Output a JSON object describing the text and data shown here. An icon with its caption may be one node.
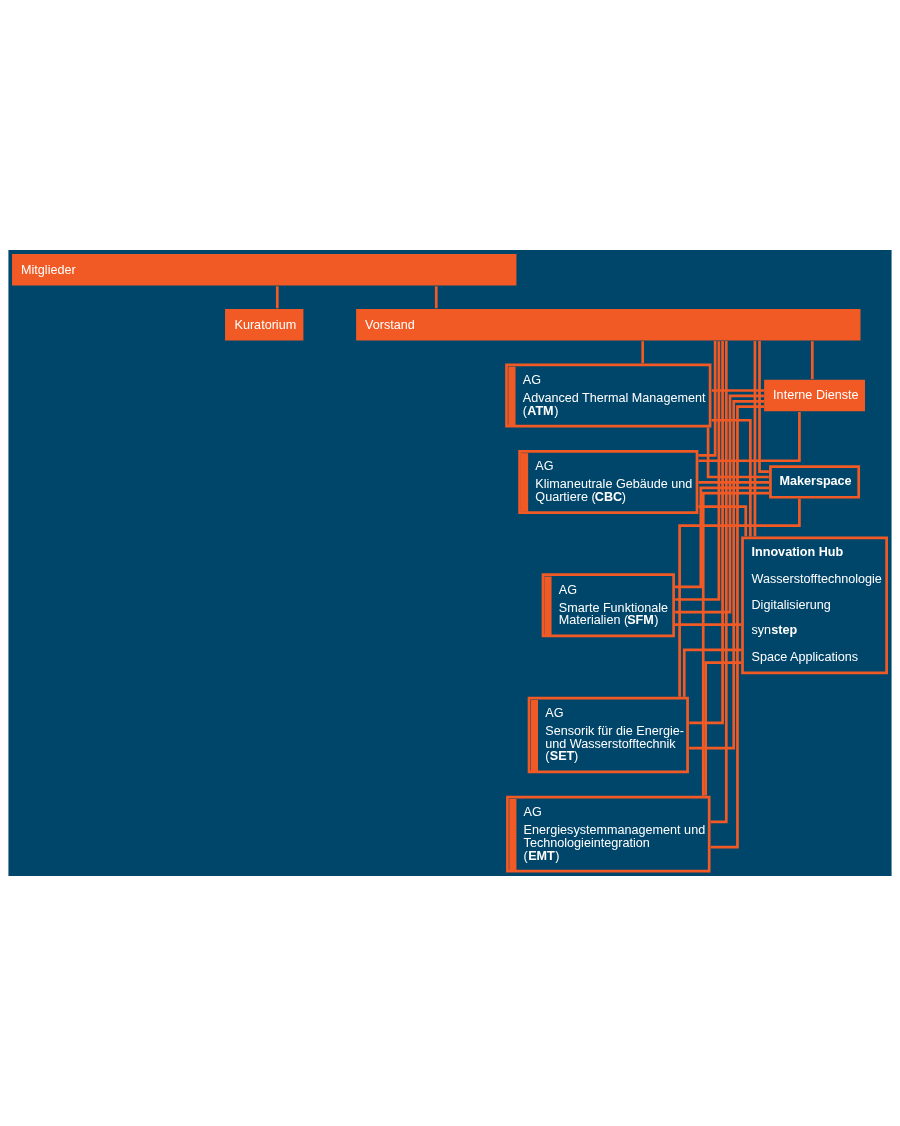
{
  "diagram": {
    "nodes": [
      {
        "text": [
          "Mitglieder"
        ]
      },
      {
        "text": [
          "Kuratorium"
        ]
      },
      {
        "text": [
          "Vorstand"
        ]
      },
      {
        "text": [
          "AG",
          "Advanced Thermal Management (**ATM**)"
        ]
      },
      {
        "text": [
          "AG",
          "Klimaneutrale Gebäude und Quartiere (**CBC**)"
        ]
      },
      {
        "text": [
          "AG",
          "Smarte Funktionale Materialien (**SFM**)"
        ]
      },
      {
        "text": [
          "AG",
          "Sensorik für die Energie- und Wasserstofftechnik (**SET**)"
        ]
      },
      {
        "text": [
          "AG",
          "Energiesystemmanagement und Technologieintegration (**EMT**)"
        ]
      },
      {
        "text": [
          "Interne Dienste"
        ]
      },
      {
        "text": [
          "Makerspace"
        ]
      },
      {
        "text": [
          "Innovation Hub",
          "Wasserstofftechnologie",
          "Digitalisierung",
          "syn**step**",
          "Space Applications"
        ]
      }
    ],
    "edges": [
      {
        "from": 0,
        "to": 2,
        "arrow": "none"
      },
      {
        "from": 0,
        "to": 1,
        "arrow": "none"
      },
      {
        "from": 2,
        "to": 3,
        "arrow": "none"
      },
      {
        "from": 2,
        "to": 4,
        "arrow": "none"
      },
      {
        "from": 2,
        "to": 5,
        "arrow": "none"
      },
      {
        "from": 2,
        "to": 6,
        "arrow": "none"
      },
      {
        "from": 2,
        "to": 7,
        "arrow": "none"
      },
      {
        "from": 2,
        "to": 8,
        "arrow": "none"
      },
      {
        "from": 2,
        "to": 9,
        "arrow": "none"
      },
      {
        "from": 2,
        "to": 10,
        "arrow": "none"
      },
      {
        "from": 3,
        "to": 8,
        "arrow": "none"
      },
      {
        "from": 3,
        "to": 9,
        "arrow": "none"
      },
      {
        "from": 3,
        "to": 10,
        "arrow": "none"
      },
      {
        "from": 4,
        "to": 8,
        "arrow": "none"
      },
      {
        "from": 4,
        "to": 9,
        "arrow": "none"
      },
      {
        "from": 4,
        "to": 10,
        "arrow": "none"
      },
      {
        "from": 5,
        "to": 8,
        "arrow": "none"
      },
      {
        "from": 5,
        "to": 9,
        "arrow": "none"
      },
      {
        "from": 5,
        "to": 10,
        "arrow": "none"
      },
      {
        "from": 6,
        "to": 8,
        "arrow": "none"
      },
      {
        "from": 6,
        "to": 9,
        "arrow": "none"
      },
      {
        "from": 6,
        "to": 10,
        "arrow": "none"
      },
      {
        "from": 7,
        "to": 8,
        "arrow": "none"
      },
      {
        "from": 7,
        "to": 9,
        "arrow": "none"
      },
      {
        "from": 7,
        "to": 10,
        "arrow": "none"
      }
    ]
  }
}
